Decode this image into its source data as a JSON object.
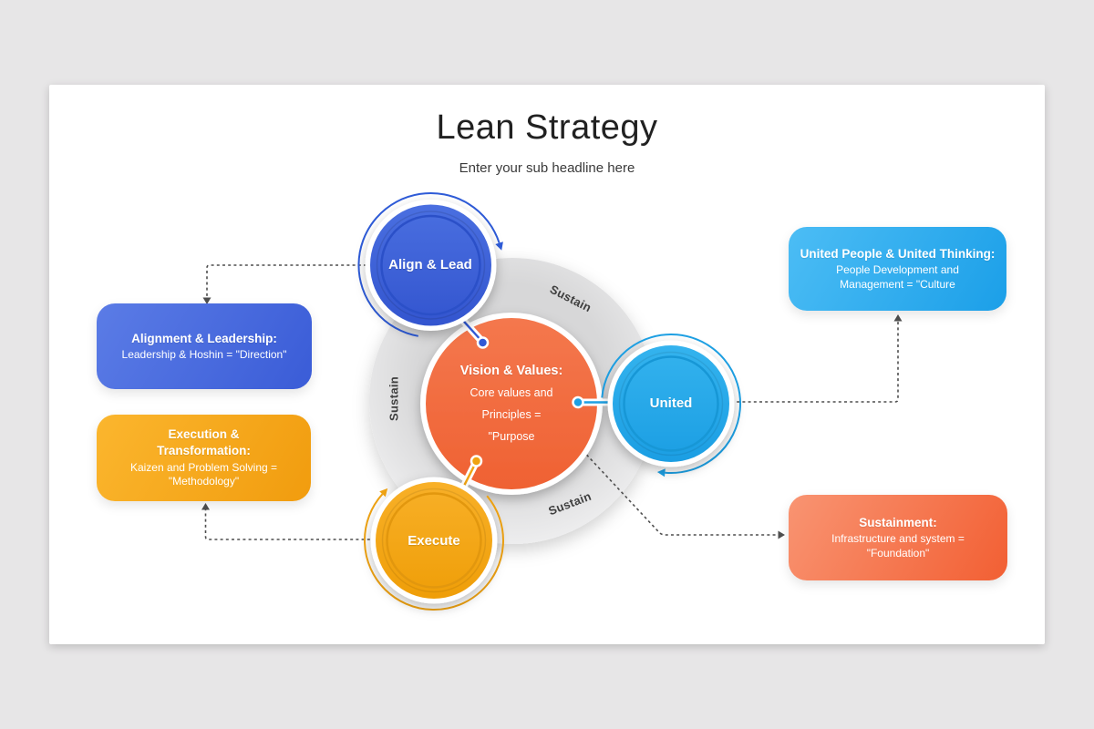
{
  "slide": {
    "title": "Lean Strategy",
    "subtitle": "Enter your sub headline here"
  },
  "diagram": {
    "center": {
      "heading": "Vision & Values:",
      "lines": [
        "Core values and",
        "Principles =",
        "\"Purpose"
      ],
      "color": "#f1683c"
    },
    "ring_labels": [
      "Sustain",
      "Sustain",
      "Sustain"
    ],
    "nodes": [
      {
        "id": "align-lead",
        "label": "Align & Lead",
        "color": "#3a5fd6"
      },
      {
        "id": "united",
        "label": "United",
        "color": "#27aaea"
      },
      {
        "id": "execute",
        "label": "Execute",
        "color": "#f2a414"
      }
    ],
    "callouts": [
      {
        "id": "alignment-leadership",
        "heading": "Alignment & Leadership:",
        "body": "Leadership & Hoshin = \"Direction\"",
        "color_start": "#5b7ce6",
        "color_end": "#3a5cd7"
      },
      {
        "id": "execution-transformation",
        "heading": "Execution & Transformation:",
        "body": "Kaizen and Problem Solving = \"Methodology\"",
        "color_start": "#fbb62e",
        "color_end": "#f19c0e"
      },
      {
        "id": "united-people",
        "heading": "United People & United Thinking:",
        "body": "People Development and Management = \"Culture",
        "color_start": "#4cbdf5",
        "color_end": "#1b9fe8"
      },
      {
        "id": "sustainment",
        "heading": "Sustainment:",
        "body": "Infrastructure and system = \"Foundation\"",
        "color_start": "#f99472",
        "color_end": "#f25f33"
      }
    ]
  }
}
